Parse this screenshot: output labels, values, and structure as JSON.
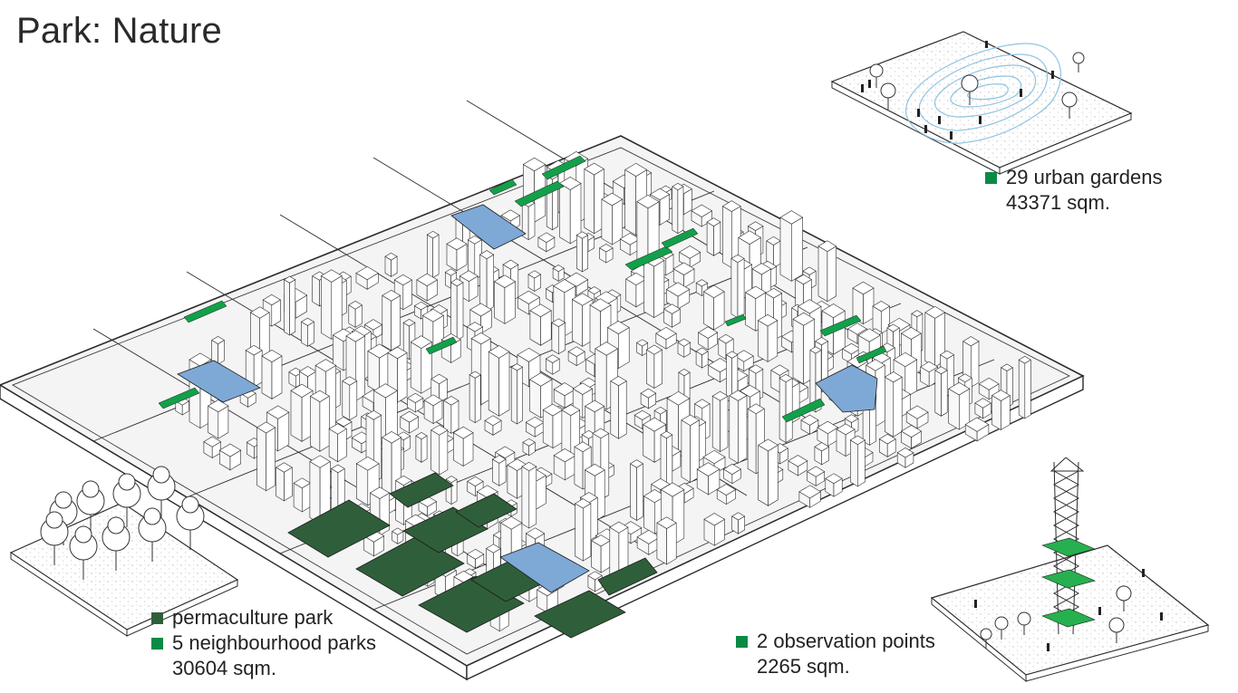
{
  "title": "Park: Nature",
  "colors": {
    "permaculture": "#2f5f3a",
    "neighbourhood": "#0a8a45",
    "garden": "#13a04a",
    "water": "#7ea9d6",
    "observation": "#27b04f",
    "line": "#2b2b2b",
    "speckle": "#e6e6e6"
  },
  "legends": {
    "gardens": {
      "label": "29 urban gardens",
      "area": "43371 sqm."
    },
    "parks": {
      "perma_label": "permaculture park",
      "label": "5 neighbourhood parks",
      "area": "30604 sqm."
    },
    "observation": {
      "label": "2 observation points",
      "area": "2265 sqm."
    }
  },
  "icons": [
    "garden-inset-icon",
    "tree-grove-icon",
    "observation-tower-icon"
  ]
}
